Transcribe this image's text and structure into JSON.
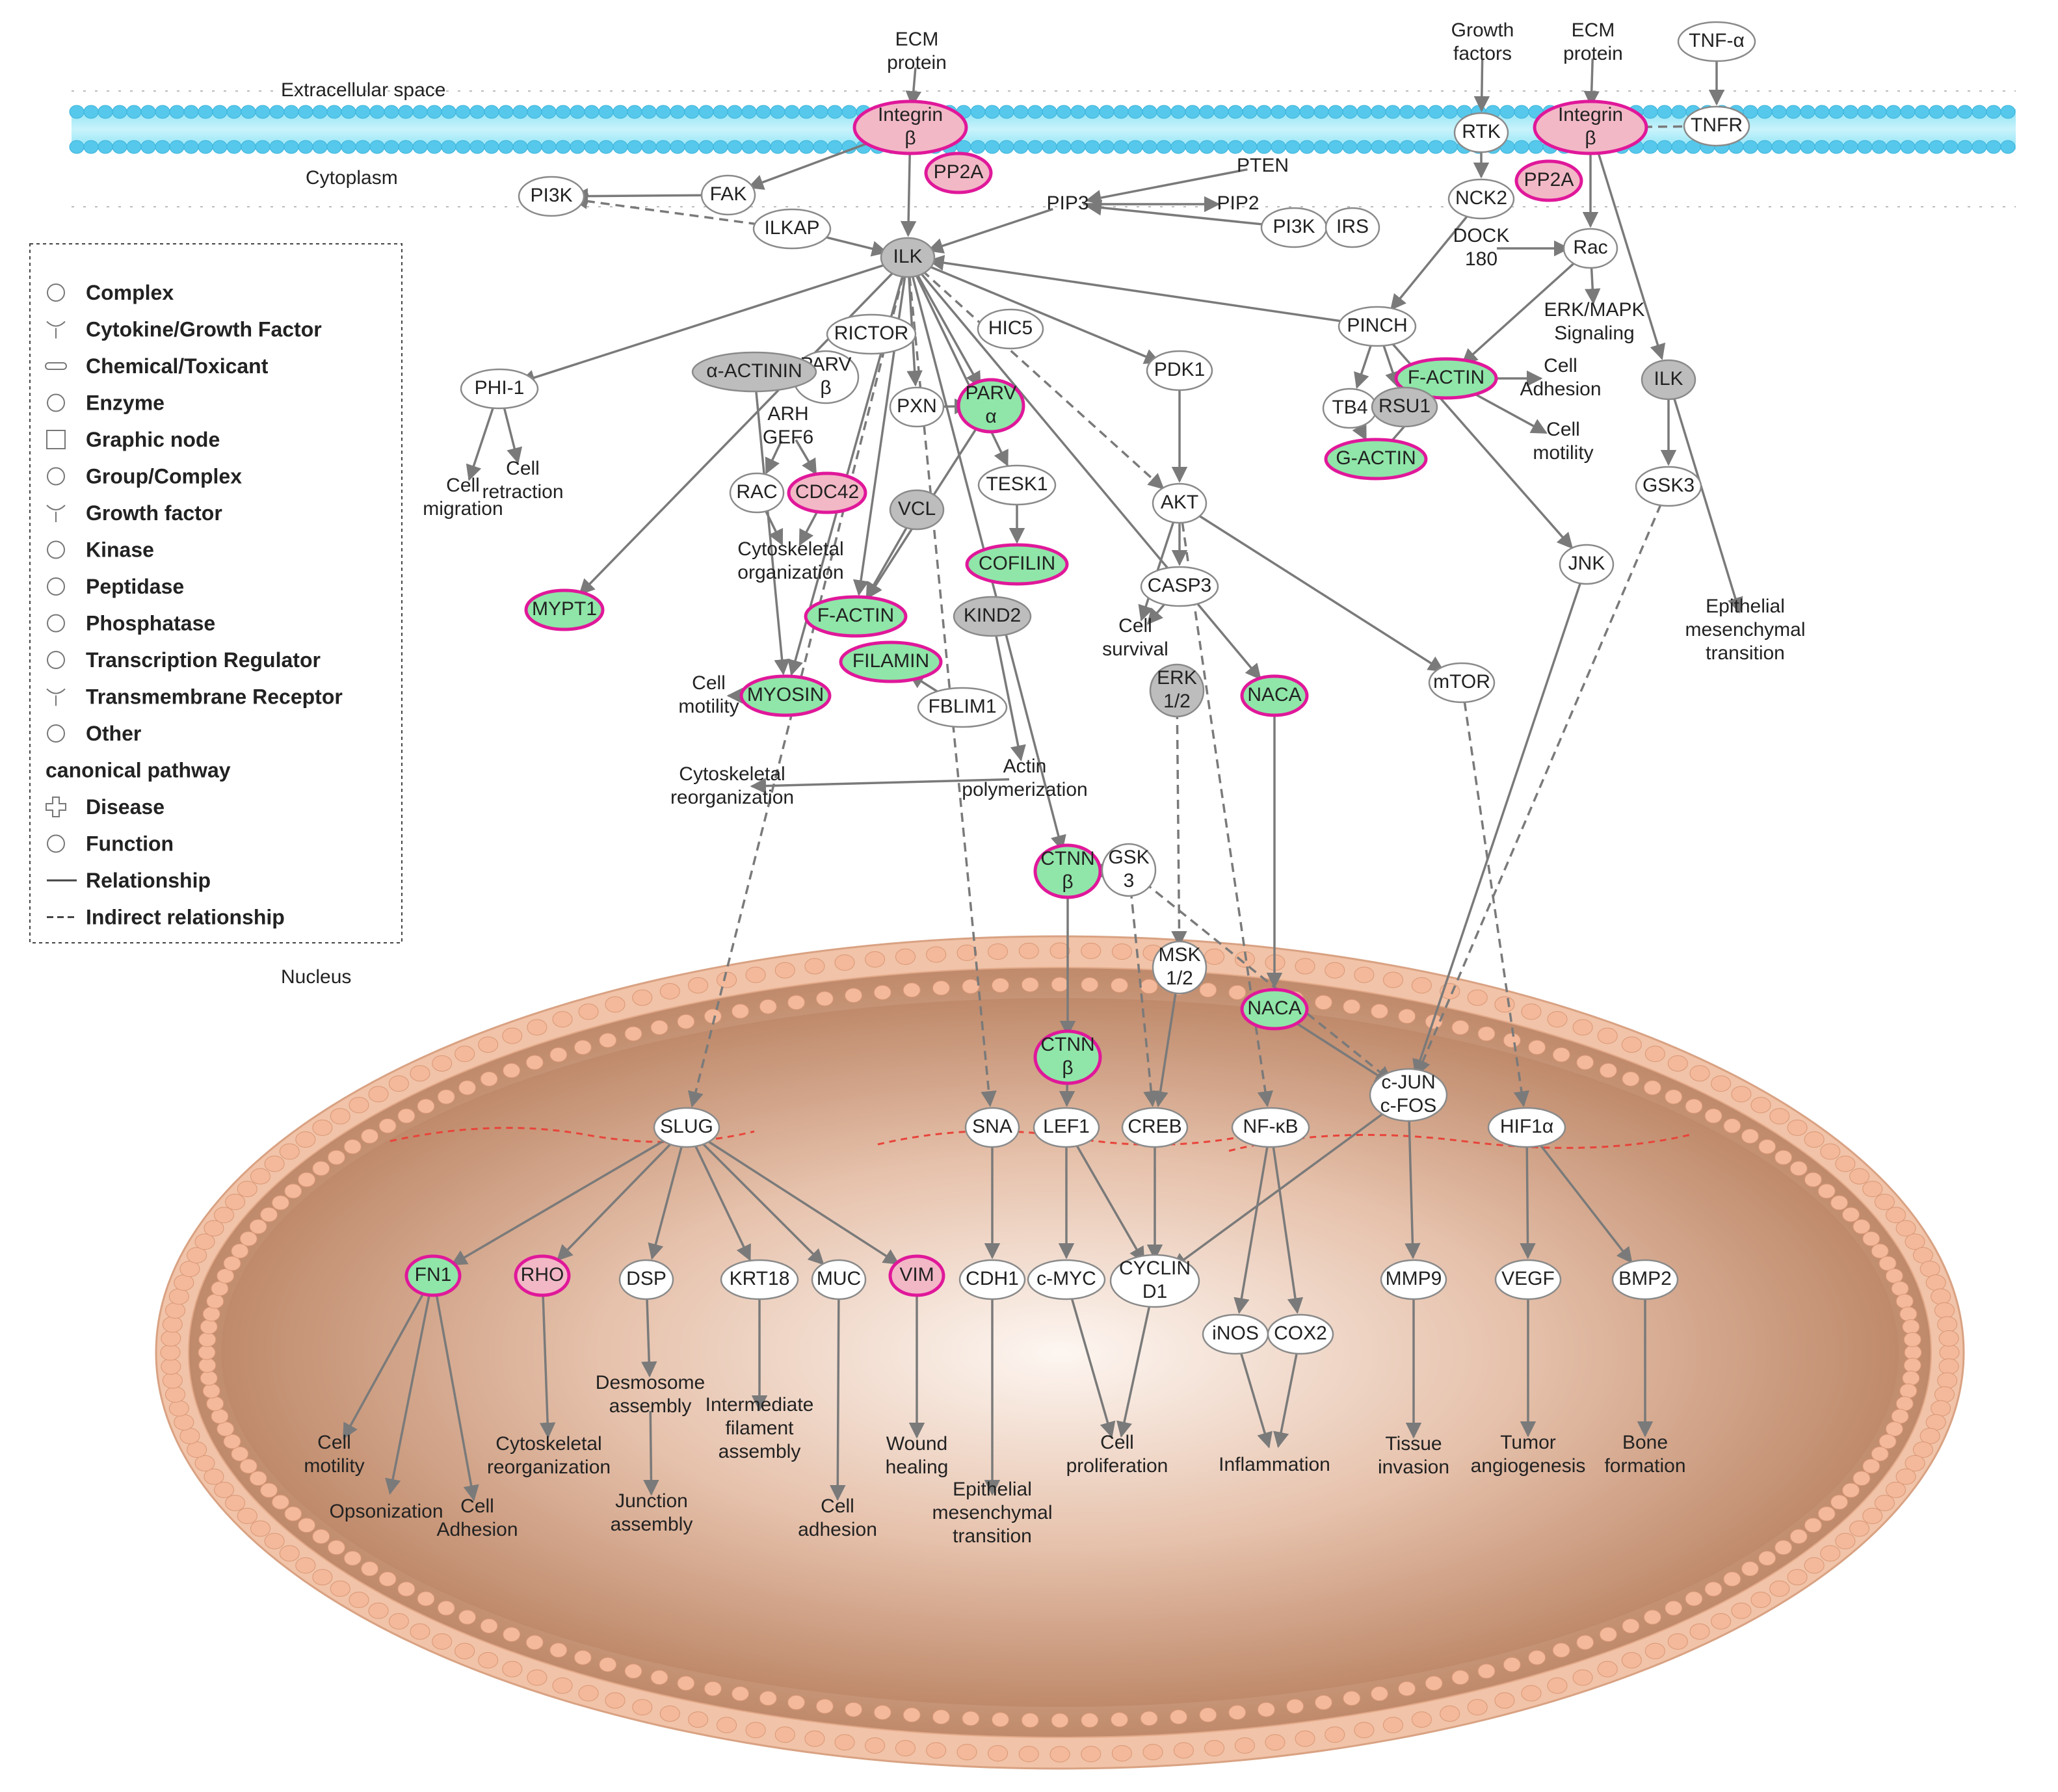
{
  "regions": {
    "extracellular": "Extracellular space",
    "cytoplasm": "Cytoplasm",
    "nucleus": "Nucleus"
  },
  "colors": {
    "membrane": "#86dff2",
    "membrane_head": "#55c8ec",
    "nucleus_head": "#f3b99a",
    "nucleus_inner": "#fbf1ea",
    "nucleus_outer": "#c08c6e",
    "up_fill": "#f2b8c6",
    "down_fill": "#8fe6a8",
    "highlight_ring": "#e0189a",
    "plain_fill": "#ffffff",
    "gray_fill": "#bdbdbd",
    "edge": "#7a7a7a",
    "dna": "#e8443a"
  },
  "legend": {
    "items": [
      {
        "icon": "complex-icon",
        "label": "Complex"
      },
      {
        "icon": "cytokine-icon",
        "label": "Cytokine/Growth Factor"
      },
      {
        "icon": "chemical-icon",
        "label": "Chemical/Toxicant"
      },
      {
        "icon": "enzyme-icon",
        "label": "Enzyme"
      },
      {
        "icon": "graphic-node-icon",
        "label": "Graphic node"
      },
      {
        "icon": "group-icon",
        "label": "Group/Complex"
      },
      {
        "icon": "growth-factor-icon",
        "label": "Growth factor"
      },
      {
        "icon": "kinase-icon",
        "label": "Kinase"
      },
      {
        "icon": "peptidase-icon",
        "label": "Peptidase"
      },
      {
        "icon": "phosphatase-icon",
        "label": "Phosphatase"
      },
      {
        "icon": "transcription-regulator-icon",
        "label": "Transcription Regulator"
      },
      {
        "icon": "transmembrane-receptor-icon",
        "label": "Transmembrane Receptor"
      },
      {
        "icon": "other-icon",
        "label": "Other"
      },
      {
        "icon": "",
        "label": "canonical pathway"
      },
      {
        "icon": "disease-icon",
        "label": "Disease"
      },
      {
        "icon": "function-icon",
        "label": "Function"
      },
      {
        "icon": "relationship-line-icon",
        "label": "Relationship"
      },
      {
        "icon": "indirect-line-icon",
        "label": "Indirect relationship"
      }
    ]
  },
  "nodes": [
    {
      "id": "ecm1",
      "lines": [
        "ECM",
        "protein"
      ]
    },
    {
      "id": "gf",
      "lines": [
        "Growth",
        "factors"
      ]
    },
    {
      "id": "ecm2",
      "lines": [
        "ECM",
        "protein"
      ]
    },
    {
      "id": "tnfa",
      "lines": [
        "TNF-α"
      ]
    },
    {
      "id": "integrin1",
      "lines": [
        "Integrin",
        "β"
      ]
    },
    {
      "id": "pp2a1",
      "lines": [
        "PP2A"
      ]
    },
    {
      "id": "rtk",
      "lines": [
        "RTK"
      ]
    },
    {
      "id": "integrin2",
      "lines": [
        "Integrin",
        "β"
      ]
    },
    {
      "id": "tnfr",
      "lines": [
        "TNFR"
      ]
    },
    {
      "id": "pp2a2",
      "lines": [
        "PP2A"
      ]
    },
    {
      "id": "pi3k1",
      "lines": [
        "PI3K"
      ]
    },
    {
      "id": "fak",
      "lines": [
        "FAK"
      ]
    },
    {
      "id": "ilkap",
      "lines": [
        "ILKAP"
      ]
    },
    {
      "id": "ilk",
      "lines": [
        "ILK"
      ]
    },
    {
      "id": "pten",
      "lines": [
        "PTEN"
      ]
    },
    {
      "id": "pip3",
      "lines": [
        "PIP3"
      ]
    },
    {
      "id": "pip2",
      "lines": [
        "PIP2"
      ]
    },
    {
      "id": "pi3k2",
      "lines": [
        "PI3K"
      ]
    },
    {
      "id": "irs",
      "lines": [
        "IRS"
      ]
    },
    {
      "id": "nck2",
      "lines": [
        "NCK2"
      ]
    },
    {
      "id": "dock180",
      "lines": [
        "DOCK",
        "180"
      ]
    },
    {
      "id": "rac1",
      "lines": [
        "Rac"
      ]
    },
    {
      "id": "erkmapk",
      "lines": [
        "ERK/MAPK",
        "Signaling"
      ]
    },
    {
      "id": "pinch",
      "lines": [
        "PINCH"
      ]
    },
    {
      "id": "rictor",
      "lines": [
        "RICTOR"
      ]
    },
    {
      "id": "parvb",
      "lines": [
        "PARV",
        "β"
      ]
    },
    {
      "id": "hic5",
      "lines": [
        "HIC5"
      ]
    },
    {
      "id": "pdk1",
      "lines": [
        "PDK1"
      ]
    },
    {
      "id": "actinin",
      "lines": [
        "α-ACTININ"
      ]
    },
    {
      "id": "arhgef6",
      "lines": [
        "ARH",
        "GEF6"
      ]
    },
    {
      "id": "pxn",
      "lines": [
        "PXN"
      ]
    },
    {
      "id": "parva",
      "lines": [
        "PARV",
        "α"
      ]
    },
    {
      "id": "phi1",
      "lines": [
        "PHI-1"
      ]
    },
    {
      "id": "factin2",
      "lines": [
        "F-ACTIN"
      ]
    },
    {
      "id": "cellad1",
      "lines": [
        "Cell",
        "Adhesion"
      ]
    },
    {
      "id": "cellmot1",
      "lines": [
        "Cell",
        "motility"
      ]
    },
    {
      "id": "tb4",
      "lines": [
        "TB4"
      ]
    },
    {
      "id": "rsu1",
      "lines": [
        "RSU1"
      ]
    },
    {
      "id": "gactin",
      "lines": [
        "G-ACTIN"
      ]
    },
    {
      "id": "ilk2",
      "lines": [
        "ILK"
      ]
    },
    {
      "id": "gsk3r",
      "lines": [
        "GSK3"
      ]
    },
    {
      "id": "cellmig",
      "lines": [
        "Cell",
        "migration"
      ]
    },
    {
      "id": "cellretr",
      "lines": [
        "Cell",
        "retraction"
      ]
    },
    {
      "id": "rac2",
      "lines": [
        "RAC"
      ]
    },
    {
      "id": "cdc42",
      "lines": [
        "CDC42"
      ]
    },
    {
      "id": "vcl",
      "lines": [
        "VCL"
      ]
    },
    {
      "id": "tesk1",
      "lines": [
        "TESK1"
      ]
    },
    {
      "id": "akt",
      "lines": [
        "AKT"
      ]
    },
    {
      "id": "cytoorg",
      "lines": [
        "Cytoskeletal",
        "organization"
      ]
    },
    {
      "id": "cofilin",
      "lines": [
        "COFILIN"
      ]
    },
    {
      "id": "casp3",
      "lines": [
        "CASP3"
      ]
    },
    {
      "id": "jnk",
      "lines": [
        "JNK"
      ]
    },
    {
      "id": "emt1",
      "lines": [
        "Epithelial",
        "mesenchymal",
        "transition"
      ]
    },
    {
      "id": "mypt1",
      "lines": [
        "MYPT1"
      ]
    },
    {
      "id": "factin1",
      "lines": [
        "F-ACTIN"
      ]
    },
    {
      "id": "kind2",
      "lines": [
        "KIND2"
      ]
    },
    {
      "id": "cellsurv",
      "lines": [
        "Cell",
        "survival"
      ]
    },
    {
      "id": "filamin",
      "lines": [
        "FILAMIN"
      ]
    },
    {
      "id": "erk12",
      "lines": [
        "ERK",
        "1/2"
      ]
    },
    {
      "id": "naca1",
      "lines": [
        "NACA"
      ]
    },
    {
      "id": "mtor",
      "lines": [
        "mTOR"
      ]
    },
    {
      "id": "cellmot2",
      "lines": [
        "Cell",
        "motility"
      ]
    },
    {
      "id": "myosin",
      "lines": [
        "MYOSIN"
      ]
    },
    {
      "id": "fblim1",
      "lines": [
        "FBLIM1"
      ]
    },
    {
      "id": "actpoly",
      "lines": [
        "Actin",
        "polymerization"
      ]
    },
    {
      "id": "cytoreorg1",
      "lines": [
        "Cytoskeletal",
        "reorganization"
      ]
    },
    {
      "id": "ctnnb1",
      "lines": [
        "CTNN",
        "β"
      ]
    },
    {
      "id": "gsk3c",
      "lines": [
        "GSK",
        "3"
      ]
    },
    {
      "id": "msk12",
      "lines": [
        "MSK",
        "1/2"
      ]
    },
    {
      "id": "naca2",
      "lines": [
        "NACA"
      ]
    },
    {
      "id": "ctnnb2",
      "lines": [
        "CTNN",
        "β"
      ]
    },
    {
      "id": "cjun",
      "lines": [
        "c-JUN",
        "c-FOS"
      ]
    },
    {
      "id": "slug",
      "lines": [
        "SLUG"
      ]
    },
    {
      "id": "sna",
      "lines": [
        "SNA"
      ]
    },
    {
      "id": "lef1",
      "lines": [
        "LEF1"
      ]
    },
    {
      "id": "creb",
      "lines": [
        "CREB"
      ]
    },
    {
      "id": "nfkb",
      "lines": [
        "NF-κB"
      ]
    },
    {
      "id": "hif1a",
      "lines": [
        "HIF1α"
      ]
    },
    {
      "id": "fn1",
      "lines": [
        "FN1"
      ]
    },
    {
      "id": "rho",
      "lines": [
        "RHO"
      ]
    },
    {
      "id": "dsp",
      "lines": [
        "DSP"
      ]
    },
    {
      "id": "krt18",
      "lines": [
        "KRT18"
      ]
    },
    {
      "id": "muc",
      "lines": [
        "MUC"
      ]
    },
    {
      "id": "vim",
      "lines": [
        "VIM"
      ]
    },
    {
      "id": "cdh1",
      "lines": [
        "CDH1"
      ]
    },
    {
      "id": "cmyc",
      "lines": [
        "c-MYC"
      ]
    },
    {
      "id": "cyclind1",
      "lines": [
        "CYCLIN",
        "D1"
      ]
    },
    {
      "id": "mmp9",
      "lines": [
        "MMP9"
      ]
    },
    {
      "id": "vegf",
      "lines": [
        "VEGF"
      ]
    },
    {
      "id": "bmp2",
      "lines": [
        "BMP2"
      ]
    },
    {
      "id": "inos",
      "lines": [
        "iNOS"
      ]
    },
    {
      "id": "cox2",
      "lines": [
        "COX2"
      ]
    },
    {
      "id": "desmo",
      "lines": [
        "Desmosome",
        "assembly"
      ]
    },
    {
      "id": "intfil",
      "lines": [
        "Intermediate",
        "filament",
        "assembly"
      ]
    },
    {
      "id": "cellmot3",
      "lines": [
        "Cell",
        "motility"
      ]
    },
    {
      "id": "cytoreorg2",
      "lines": [
        "Cytoskeletal",
        "reorganization"
      ]
    },
    {
      "id": "opson",
      "lines": [
        "Opsonization"
      ]
    },
    {
      "id": "cellad2",
      "lines": [
        "Cell",
        "Adhesion"
      ]
    },
    {
      "id": "junction",
      "lines": [
        "Junction",
        "assembly"
      ]
    },
    {
      "id": "cellad3",
      "lines": [
        "Cell",
        "adhesion"
      ]
    },
    {
      "id": "wound",
      "lines": [
        "Wound",
        "healing"
      ]
    },
    {
      "id": "emt2",
      "lines": [
        "Epithelial",
        "mesenchymal",
        "transition"
      ]
    },
    {
      "id": "cellprol",
      "lines": [
        "Cell",
        "proliferation"
      ]
    },
    {
      "id": "inflam",
      "lines": [
        "Inflammation"
      ]
    },
    {
      "id": "tissue",
      "lines": [
        "Tissue",
        "invasion"
      ]
    },
    {
      "id": "tumor",
      "lines": [
        "Tumor",
        "angiogenesis"
      ]
    },
    {
      "id": "bone",
      "lines": [
        "Bone",
        "formation"
      ]
    }
  ]
}
